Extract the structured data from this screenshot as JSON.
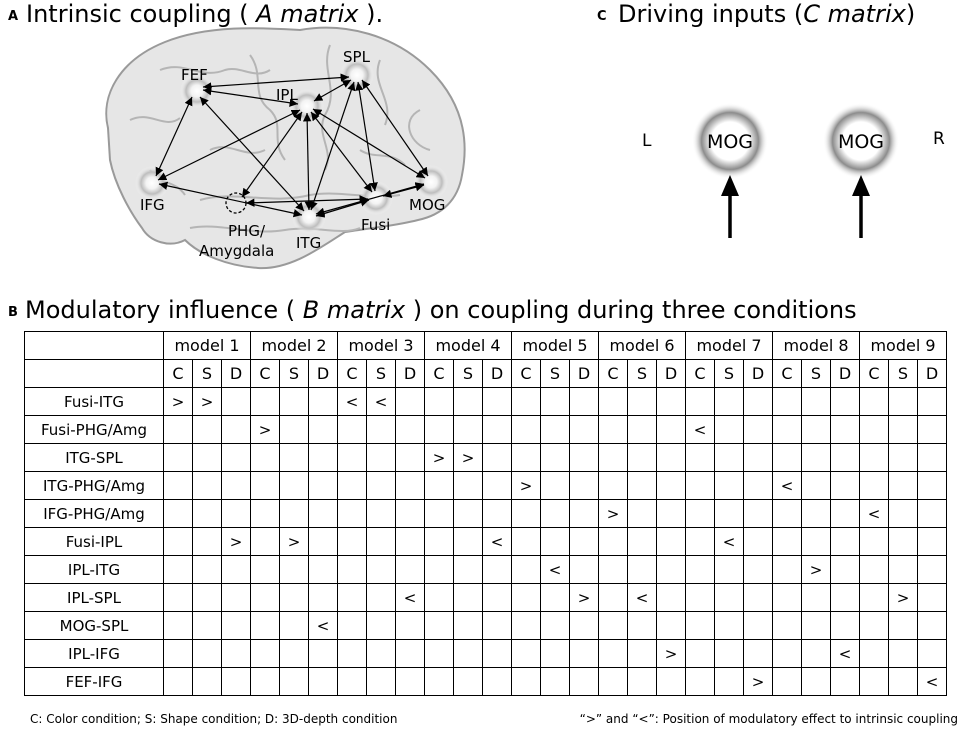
{
  "panelA": {
    "letter": "A",
    "title_pre": "Intrinsic coupling ( ",
    "title_em": "A matrix",
    "title_post": " ).",
    "nodes": [
      {
        "id": "FEF",
        "label": "FEF"
      },
      {
        "id": "IPL",
        "label": "IPL"
      },
      {
        "id": "SPL",
        "label": "SPL"
      },
      {
        "id": "IFG",
        "label": "IFG"
      },
      {
        "id": "PHG",
        "label1": "PHG/",
        "label2": "Amygdala"
      },
      {
        "id": "ITG",
        "label": "ITG"
      },
      {
        "id": "Fusi",
        "label": "Fusi"
      },
      {
        "id": "MOG",
        "label": "MOG"
      }
    ]
  },
  "panelC": {
    "letter": "C",
    "title_pre": "Driving inputs (",
    "title_em": "C matrix",
    "title_post": ")",
    "left_label": "L",
    "right_label": "R",
    "node_label": "MOG"
  },
  "panelB": {
    "letter": "B",
    "title_pre": "Modulatory influence ( ",
    "title_em": "B matrix",
    "title_post": " ) on coupling during three conditions",
    "models": [
      "model 1",
      "model 2",
      "model 3",
      "model 4",
      "model 5",
      "model 6",
      "model 7",
      "model 8",
      "model 9"
    ],
    "conditions": [
      "C",
      "S",
      "D"
    ],
    "rows": [
      {
        "label": "Fusi-ITG",
        "cells": {
          "0": ">",
          "1": ">",
          "6": "<",
          "7": "<"
        }
      },
      {
        "label": "Fusi-PHG/Amg",
        "cells": {
          "3": ">",
          "18": "<"
        }
      },
      {
        "label": "ITG-SPL",
        "cells": {
          "9": ">",
          "10": ">"
        }
      },
      {
        "label": "ITG-PHG/Amg",
        "cells": {
          "12": ">",
          "21": "<"
        }
      },
      {
        "label": "IFG-PHG/Amg",
        "cells": {
          "15": ">",
          "24": "<"
        }
      },
      {
        "label": "Fusi-IPL",
        "cells": {
          "2": ">",
          "4": ">",
          "11": "<",
          "19": "<"
        }
      },
      {
        "label": "IPL-ITG",
        "cells": {
          "13": "<",
          "22": ">"
        }
      },
      {
        "label": "IPL-SPL",
        "cells": {
          "8": "<",
          "14": ">",
          "16": "<",
          "25": ">"
        }
      },
      {
        "label": "MOG-SPL",
        "cells": {
          "5": "<"
        }
      },
      {
        "label": "IPL-IFG",
        "cells": {
          "17": ">",
          "23": "<"
        }
      },
      {
        "label": "FEF-IFG",
        "cells": {
          "20": ">",
          "26": "<"
        }
      }
    ]
  },
  "footer": {
    "left": "C: Color condition; S: Shape condition; D: 3D-depth condition",
    "right": "“>” and “<”: Position of modulatory effect to intrinsic coupling"
  }
}
